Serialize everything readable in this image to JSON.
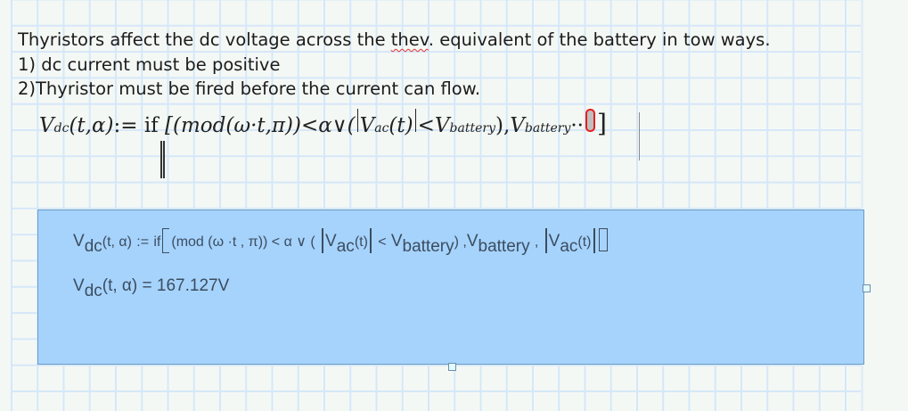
{
  "worksheet": {
    "text_region": {
      "lines": [
        {
          "before": "Thyristors affect the dc voltage across the ",
          "misspelled": "thev",
          "after": ". equivalent of the battery in tow ways."
        },
        {
          "text": "1) dc current must be positive"
        },
        {
          "text": "2)Thyristor must be fired before the current can flow."
        }
      ]
    },
    "definition": {
      "lhs_var": "V",
      "lhs_sub": "dc",
      "lhs_args": "(t,α)",
      "assign": ":=",
      "keyword": "if",
      "cond_open": "[(mod(ω·t,π))<α∨(",
      "vac_var": "V",
      "vac_sub": "ac",
      "vac_args": "(t)",
      "less": "<",
      "vbat_var": "V",
      "vbat_sub": "battery",
      "close_paren": "),",
      "vbat2_var": "V",
      "vbat2_sub": "battery",
      "dots": "··",
      "close_bracket": "]"
    },
    "result_region": {
      "fill_color": "#a6d3fc",
      "border_color": "#6c9cc7",
      "line1": {
        "lhs_var": "V",
        "lhs_sub": "dc",
        "lhs_args": "(t, α)",
        "assign": ":=",
        "keyword": "if",
        "cond": "(mod (ω ·t , π)) < α ∨ (",
        "vac_var": "V",
        "vac_sub": "ac",
        "vac_args": "(t)",
        "less": "<",
        "vbat_var": "V",
        "vbat_sub": "battery",
        "close": ") ,",
        "vbat2_var": "V",
        "vbat2_sub": "battery",
        "comma": ",",
        "vac2_var": "V",
        "vac2_sub": "ac",
        "vac2_args": "(t)"
      },
      "line2": {
        "lhs_var": "V",
        "lhs_sub": "dc",
        "lhs_args": "(t, α)",
        "equals": "=",
        "value": "167.127",
        "unit": "V"
      }
    }
  }
}
